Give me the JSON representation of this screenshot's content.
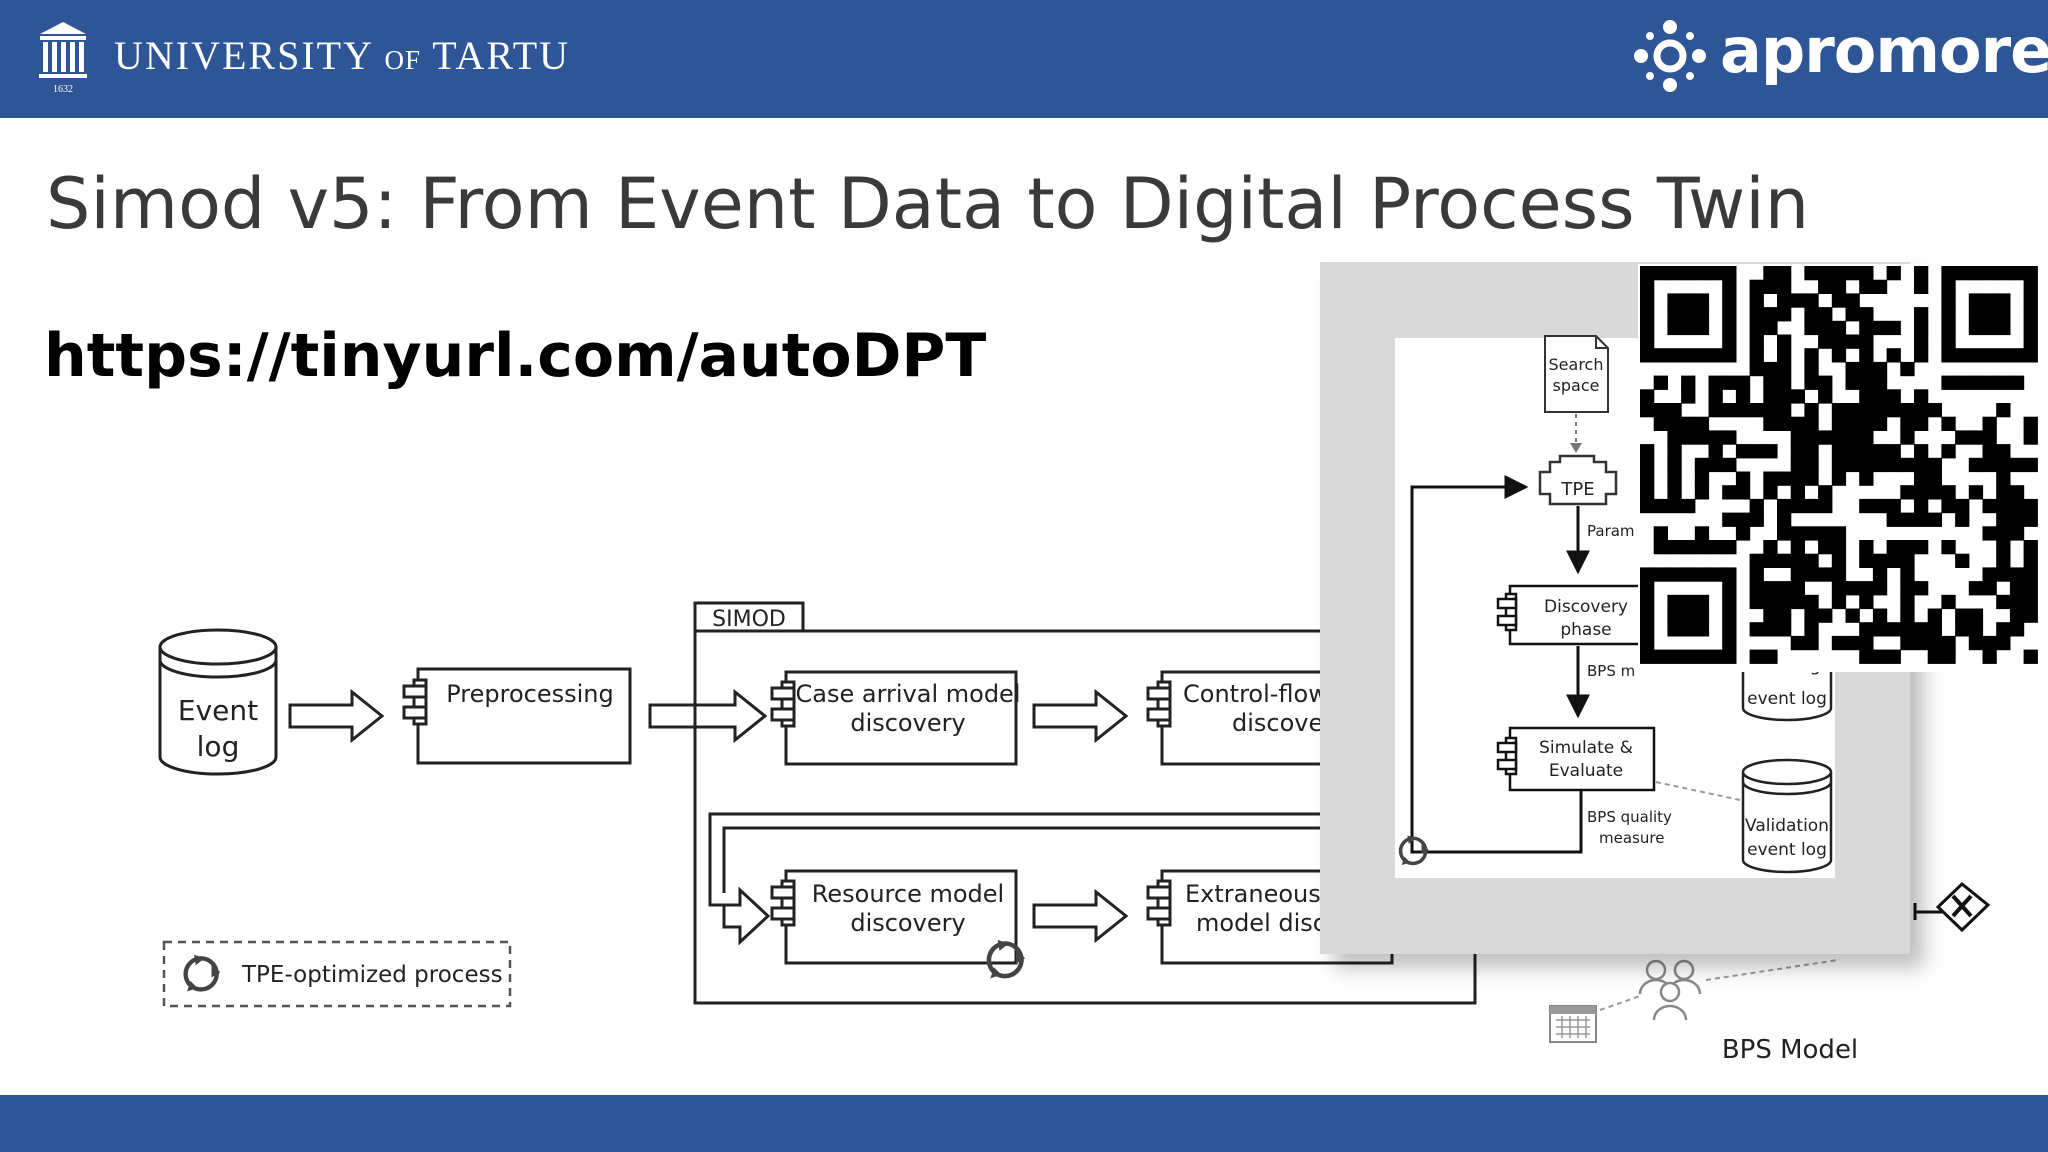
{
  "header": {
    "university_name": "UNIVERSITY",
    "university_of": "OF",
    "university_city": "TARTU",
    "university_year": "1632",
    "brand_name": "apromore",
    "bar_color": "#2e5596"
  },
  "slide": {
    "title": "Simod v5: From Event Data to Digital Process Twin",
    "url": "https://tinyurl.com/autoDPT"
  },
  "diagram": {
    "event_log_line1": "Event",
    "event_log_line2": "log",
    "preprocessing": "Preprocessing",
    "simod_label": "SIMOD",
    "case_arrival_line1": "Case arrival model",
    "case_arrival_line2": "discovery",
    "control_flow_line1": "Control-flow r",
    "control_flow_line2": "discover",
    "resource_line1": "Resource model",
    "resource_line2": "discovery",
    "extraneous_line1": "Extraneous d",
    "extraneous_line2": "model disco",
    "legend_label": "TPE-optimized process",
    "bps_model": "BPS Model"
  },
  "inset": {
    "search_space_line1": "Search",
    "search_space_line2": "space",
    "tpe": "TPE",
    "params": "Param",
    "discovery_line1": "Discovery",
    "discovery_line2": "phase",
    "bps_model_edge": "BPS m",
    "training_line1": "Training",
    "training_line2": "event log",
    "simulate_line1": "Simulate &",
    "simulate_line2": "Evaluate",
    "quality_line1": "BPS quality",
    "quality_line2": "measure",
    "validation_line1": "Validation",
    "validation_line2": "event log"
  },
  "qr": {
    "content": "https://tinyurl.com/autoDPT"
  },
  "icons": [
    "university-logo-icon",
    "apromore-logo-icon",
    "database-icon",
    "component-icon",
    "tpe-cycle-icon",
    "calendar-icon",
    "people-icon",
    "gateway-icon",
    "qr-code"
  ]
}
